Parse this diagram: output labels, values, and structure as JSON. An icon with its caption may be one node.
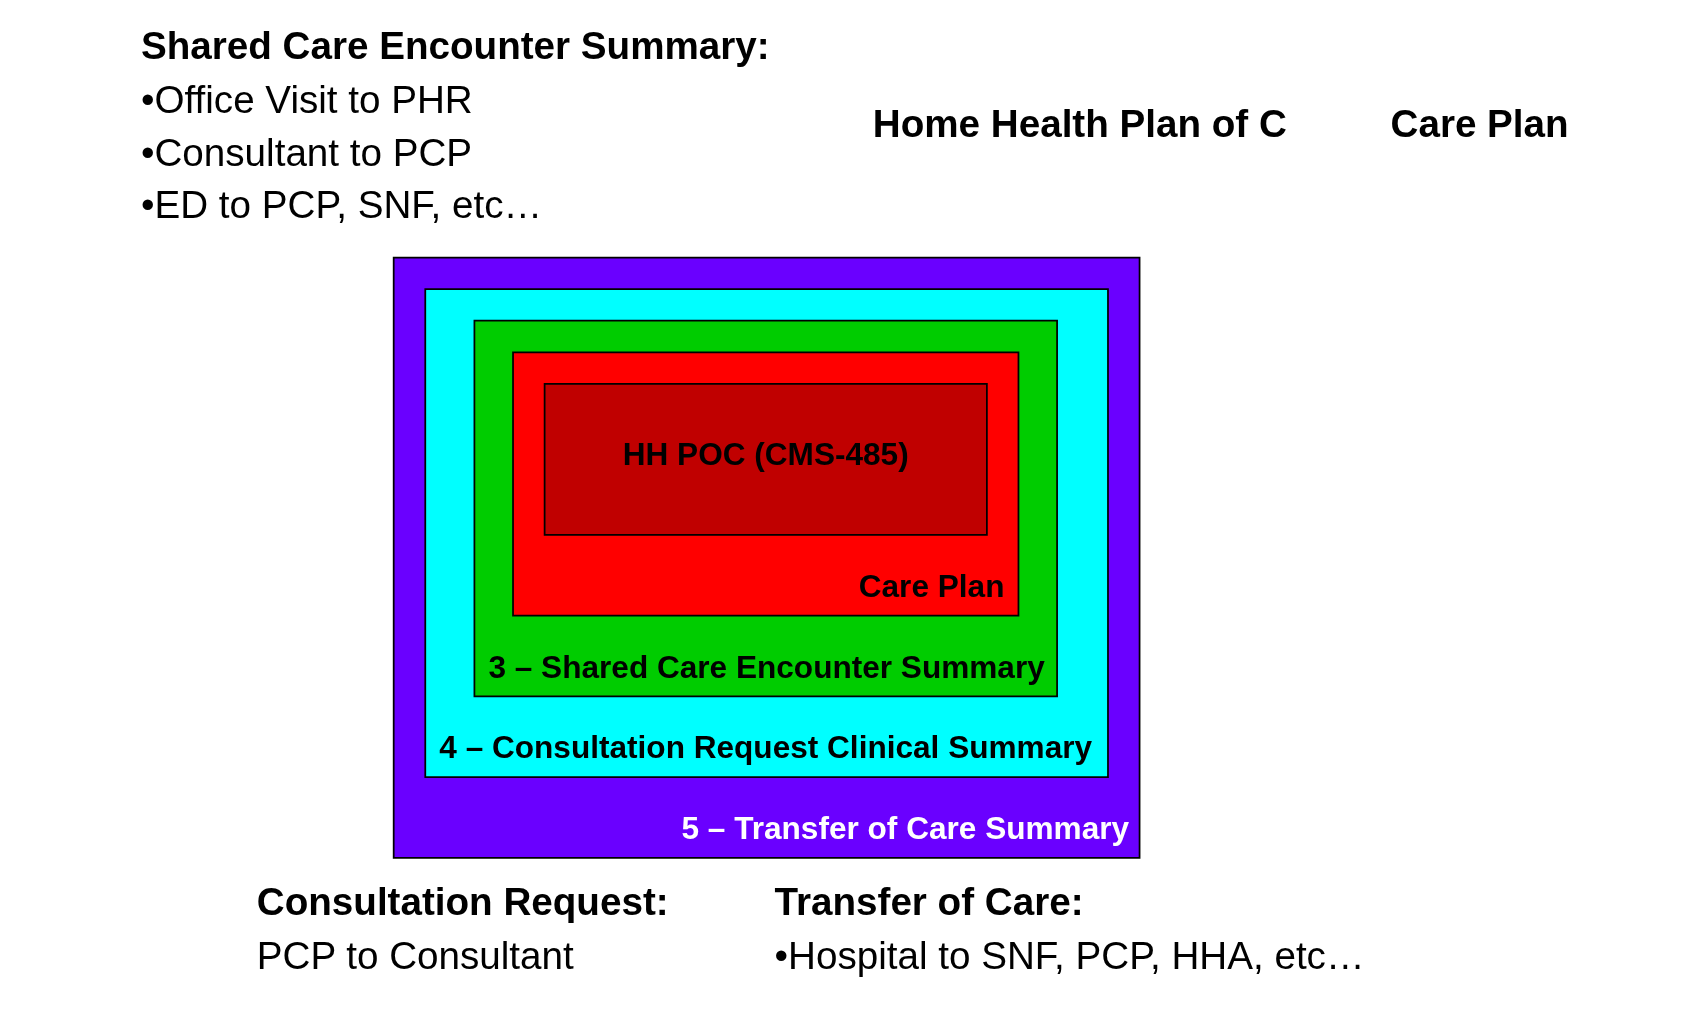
{
  "diagram": {
    "nodes": [
      {
        "text": [
          "5 – Transfer of Care Summary"
        ]
      },
      {
        "text": [
          "4 – Consultation Request Clinical Summary"
        ],
        "in": 0
      },
      {
        "text": [
          "3 – Shared Care Encounter Summary"
        ],
        "in": 1
      },
      {
        "text": [
          "Care Plan"
        ],
        "in": 2
      },
      {
        "text": [
          "HH POC (CMS-485)"
        ],
        "in": 3
      }
    ],
    "labels": [
      "Shared Care Encounter Summary:",
      "•Office Visit to PHR",
      "•Consultant to PCP",
      "•ED to PCP, SNF, etc…",
      "Home Health Plan of C",
      "Care Plan",
      "Consultation Request:",
      "PCP to Consultant",
      "Transfer of Care:",
      "•Hospital to SNF, PCP, HHA, etc…"
    ]
  }
}
